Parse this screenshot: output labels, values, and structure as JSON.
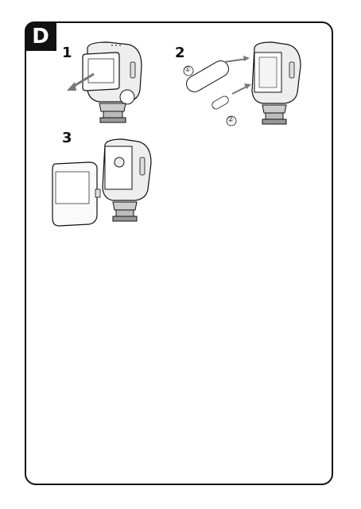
{
  "section_tab": "D",
  "steps": [
    {
      "number": "1"
    },
    {
      "number": "2"
    },
    {
      "number": "3"
    }
  ],
  "callouts": {
    "one": "①",
    "two": "②"
  }
}
